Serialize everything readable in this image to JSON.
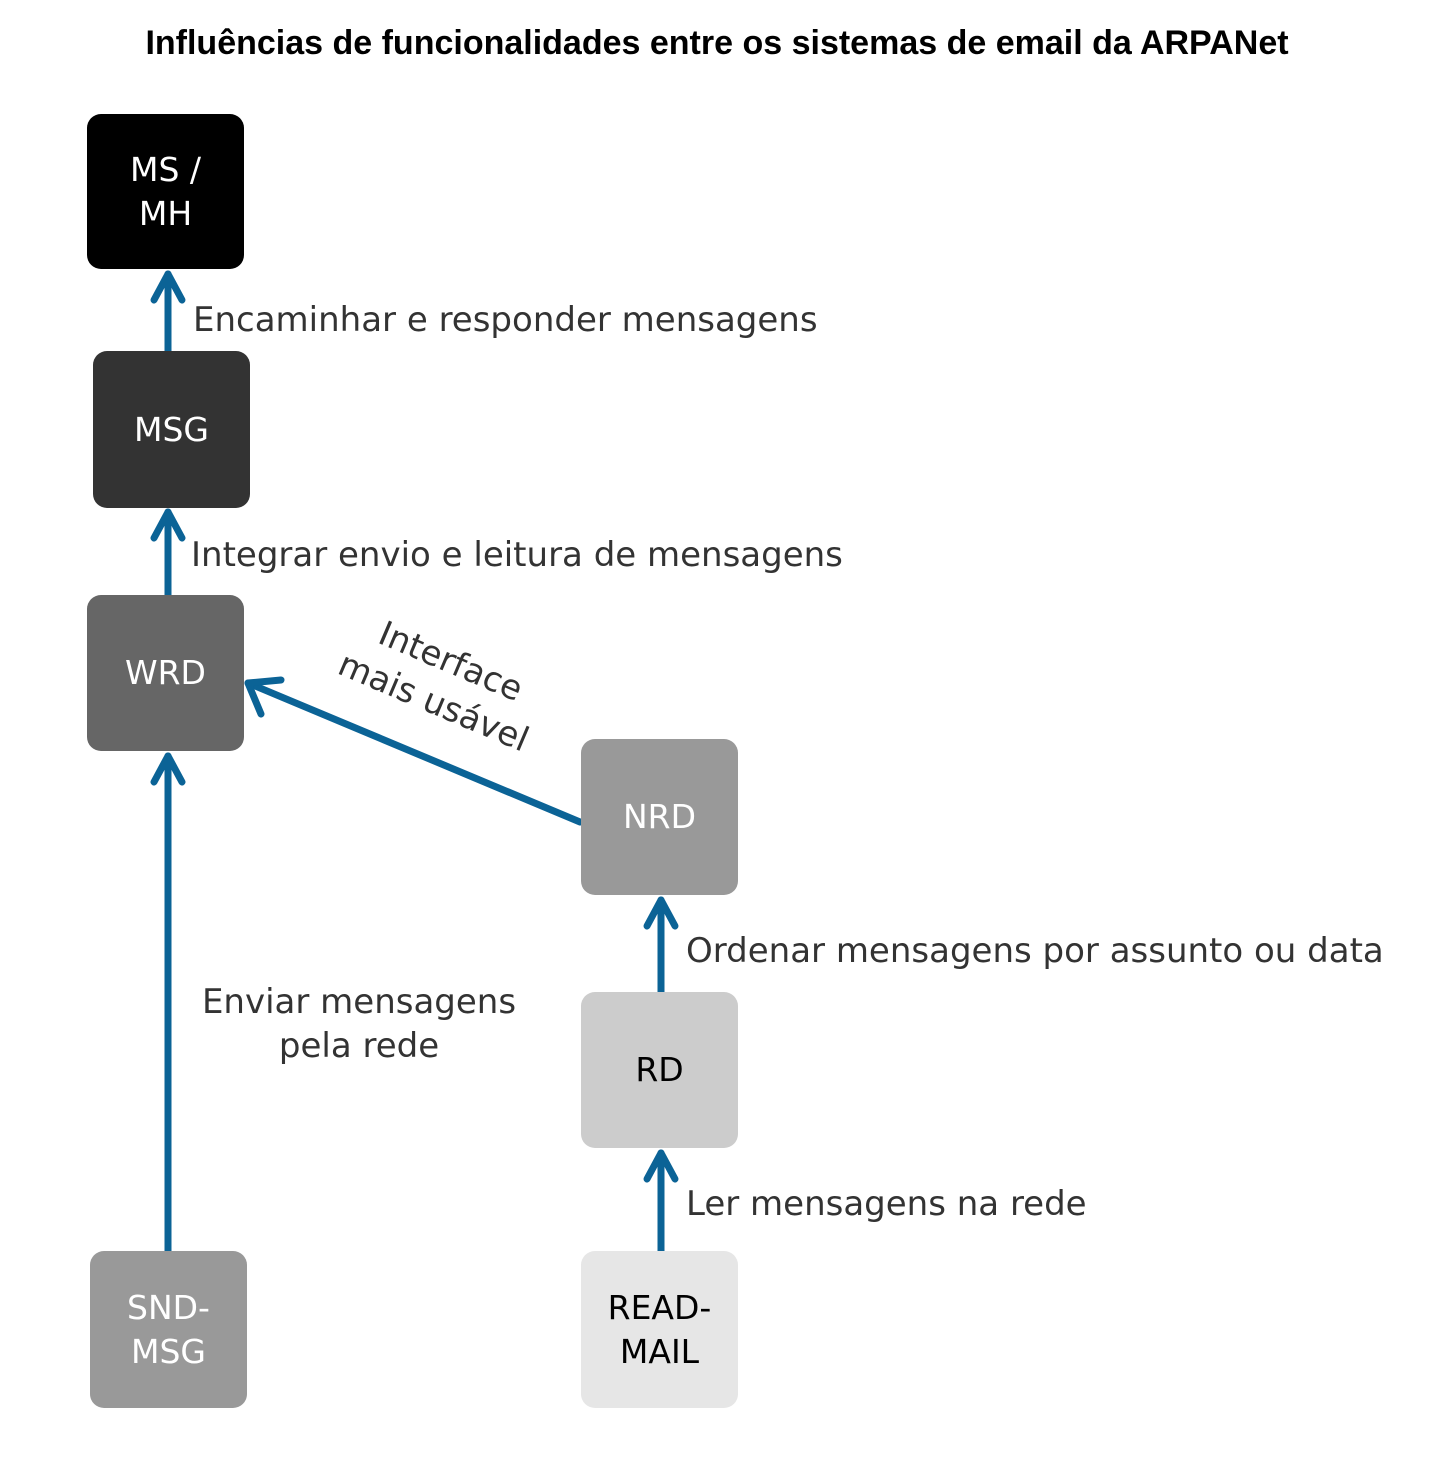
{
  "title": "Influências de funcionalidades entre os sistemas de email da ARPANet",
  "colors": {
    "arrow": "#0b6396",
    "label_text": "#333333"
  },
  "nodes": {
    "ms_mh": {
      "line1": "MS /",
      "line2": "MH",
      "fill": "#000000",
      "text_color": "#ffffff"
    },
    "msg": {
      "line1": "MSG",
      "fill": "#333333",
      "text_color": "#ffffff"
    },
    "wrd": {
      "line1": "WRD",
      "fill": "#666666",
      "text_color": "#ffffff"
    },
    "nrd": {
      "line1": "NRD",
      "fill": "#999999",
      "text_color": "#ffffff"
    },
    "rd": {
      "line1": "RD",
      "fill": "#cccccc",
      "text_color": "#000000"
    },
    "snd_msg": {
      "line1": "SND-",
      "line2": "MSG",
      "fill": "#999999",
      "text_color": "#ffffff"
    },
    "readmail": {
      "line1": "READ-",
      "line2": "MAIL",
      "fill": "#e6e6e6",
      "text_color": "#000000"
    }
  },
  "edges": {
    "msg_to_msmh": {
      "from": "MSG",
      "to": "MS / MH",
      "label": "Encaminhar e responder mensagens"
    },
    "wrd_to_msg": {
      "from": "WRD",
      "to": "MSG",
      "label": "Integrar envio e leitura de mensagens"
    },
    "nrd_to_wrd": {
      "from": "NRD",
      "to": "WRD",
      "label_line1": "Interface",
      "label_line2": "mais usável"
    },
    "sndmsg_to_wrd": {
      "from": "SND-MSG",
      "to": "WRD",
      "label_line1": "Enviar mensagens",
      "label_line2": "pela rede"
    },
    "rd_to_nrd": {
      "from": "RD",
      "to": "NRD",
      "label": "Ordenar mensagens por assunto ou data"
    },
    "readmail_to_rd": {
      "from": "READ-MAIL",
      "to": "RD",
      "label": "Ler mensagens na rede"
    }
  }
}
